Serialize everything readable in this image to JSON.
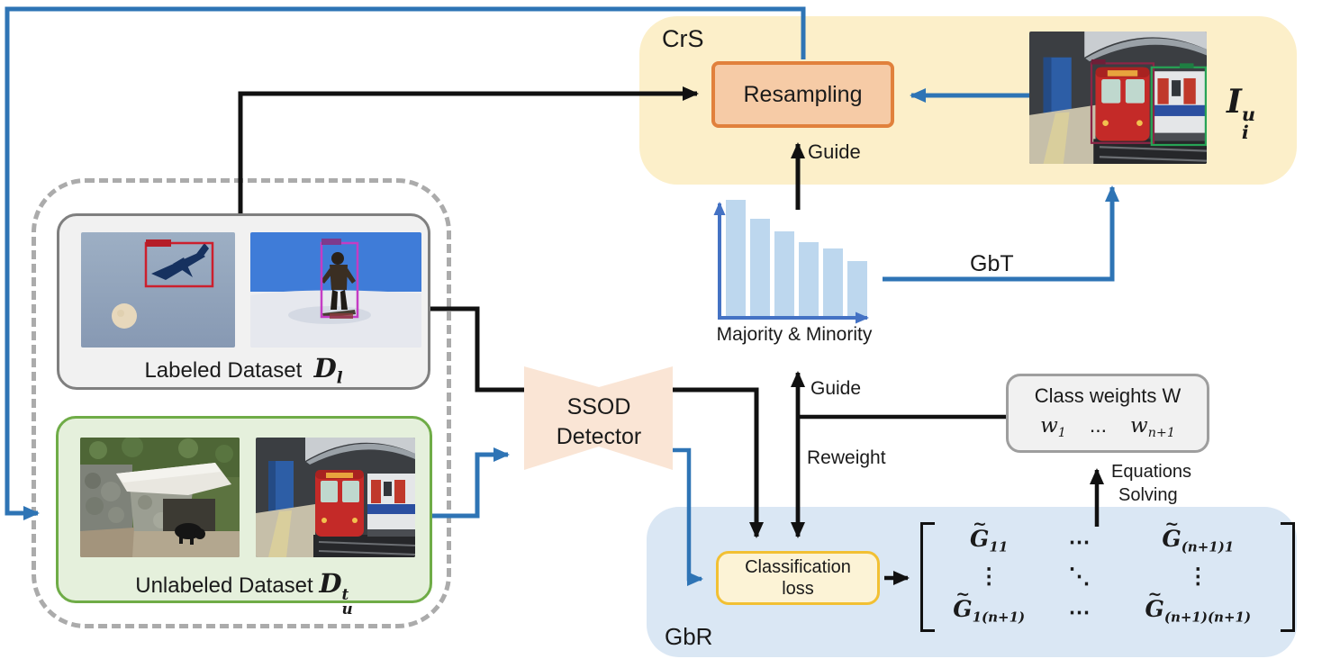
{
  "figure": {
    "type": "method-overview-diagram"
  },
  "colors": {
    "arrow_blue": "#2E74B5",
    "axis_blue": "#4472C4",
    "bar_fill": "#BDD7EE",
    "crs_bg": "#FCEFC9",
    "gbr_bg": "#DAE7F4",
    "resampling_border": "#E1813C",
    "resampling_bg": "#F6CBA6",
    "loss_border": "#F2C033",
    "loss_bg": "#FCF3D6",
    "labeled_border": "#7F7F7F",
    "unlabeled_border": "#6FAC47",
    "dashed_border": "#ABABAB"
  },
  "crs": {
    "label": "CrS",
    "resampling": "Resampling",
    "guide": "Guide"
  },
  "pseudo_image_math": {
    "base": "I",
    "sup": "u",
    "sub": "i"
  },
  "datasets": {
    "labeled": {
      "label": "Labeled Dataset",
      "math_base": "D",
      "math_sub": "l"
    },
    "unlabeled": {
      "label": "Unlabeled Dataset",
      "math_base": "D",
      "math_sub": "u",
      "math_sup": "t"
    }
  },
  "detector": {
    "line1": "SSOD",
    "line2": "Detector"
  },
  "chart_data": {
    "type": "bar",
    "title": "Majority & Minority",
    "x": [
      1,
      2,
      3,
      4,
      5,
      6
    ],
    "values": [
      100,
      84,
      73,
      64,
      59,
      48
    ],
    "xlabel": "",
    "ylabel": "",
    "axis_arrows": true,
    "grid": false,
    "legend_position": "none",
    "ylim": [
      0,
      105
    ]
  },
  "arrows": {
    "gbt": "GbT",
    "guide": "Guide",
    "reweight": "Reweight",
    "equations_line1": "Equations",
    "equations_line2": "Solving"
  },
  "class_weights": {
    "title": "Class weights W",
    "w1_base": "w",
    "w1_sub": "1",
    "dots": "...",
    "wn_base": "w",
    "wn_sub": "n+1"
  },
  "gbr": {
    "label": "GbR",
    "loss_line1": "Classification",
    "loss_line2": "loss",
    "matrix": {
      "tilde": "~",
      "base": "G",
      "e11_sub": "11",
      "e13_sub": "(n+1)1",
      "e31_sub": "1(n+1)",
      "e33_sub": "(n+1)(n+1)",
      "cdots": "⋯",
      "vdots": "⋮",
      "ddots": "⋱"
    }
  }
}
